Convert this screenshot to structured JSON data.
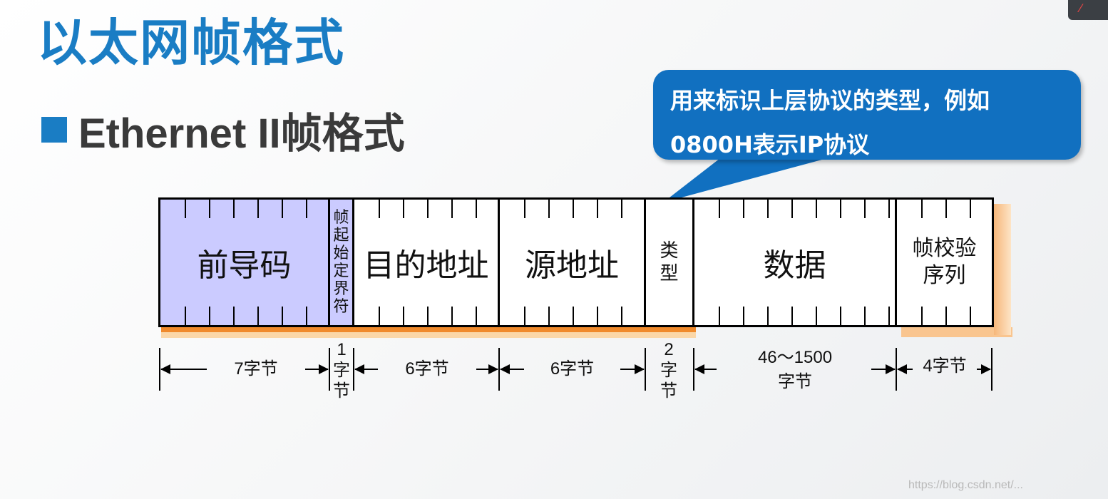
{
  "title": "以太网帧格式",
  "subtitle": "Ethernet II帧格式",
  "callout": {
    "line1": "用来标识上层协议的类型，例如",
    "line2": "0800H表示IP协议"
  },
  "fields": [
    {
      "label": "前导码",
      "bytes": "7字节",
      "color": "#cbcbff"
    },
    {
      "label": "帧起始定界符",
      "bytes": "1\n字\n节",
      "color": "#cbcbff"
    },
    {
      "label": "目的地址",
      "bytes": "6字节",
      "color": "#ffffff"
    },
    {
      "label": "源地址",
      "bytes": "6字节",
      "color": "#ffffff"
    },
    {
      "label": "类型",
      "bytes": "2\n字\n节",
      "color": "#ffffff"
    },
    {
      "label": "数据",
      "bytes": "46～1500\n字节",
      "color": "#ffffff"
    },
    {
      "label": "帧校验序列",
      "bytes": "4字节",
      "color": "#ffffff"
    }
  ],
  "watermark": "https://blog.csdn.net/..."
}
